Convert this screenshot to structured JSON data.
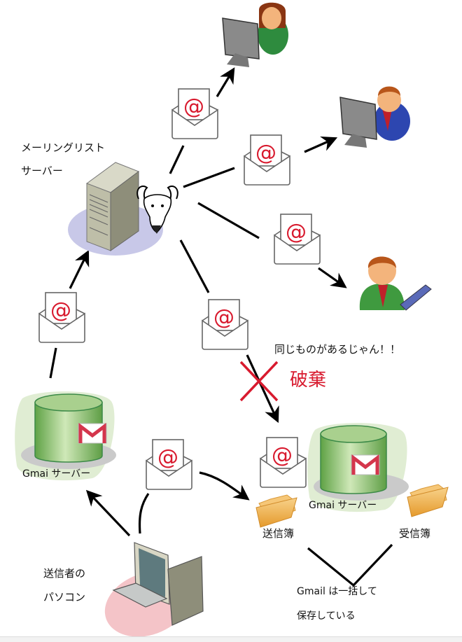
{
  "labels": {
    "ml_server_line1": "メーリングリスト",
    "ml_server_line2": "サーバー",
    "duplicate_notice": "同じものがあるじゃん！！",
    "discard": "破棄",
    "gmail_server_left": "Gmai サーバー",
    "gmail_server_right": "Gmai サーバー",
    "sent_folder": "送信簿",
    "inbox_folder": "受信簿",
    "sender_pc_line1": "送信者の",
    "sender_pc_line2": "パソコン",
    "gmail_note_line1": "Gmail は一括して",
    "gmail_note_line2": "保存している"
  },
  "icons": {
    "mail": "@",
    "gmail": "M"
  },
  "colors": {
    "accent_red": "#d81a2e",
    "server_halo": "#c8c8e8",
    "gmail_green": "#7dbb5a",
    "sender_halo": "#f4c4c8",
    "folder": "#f2b650"
  }
}
